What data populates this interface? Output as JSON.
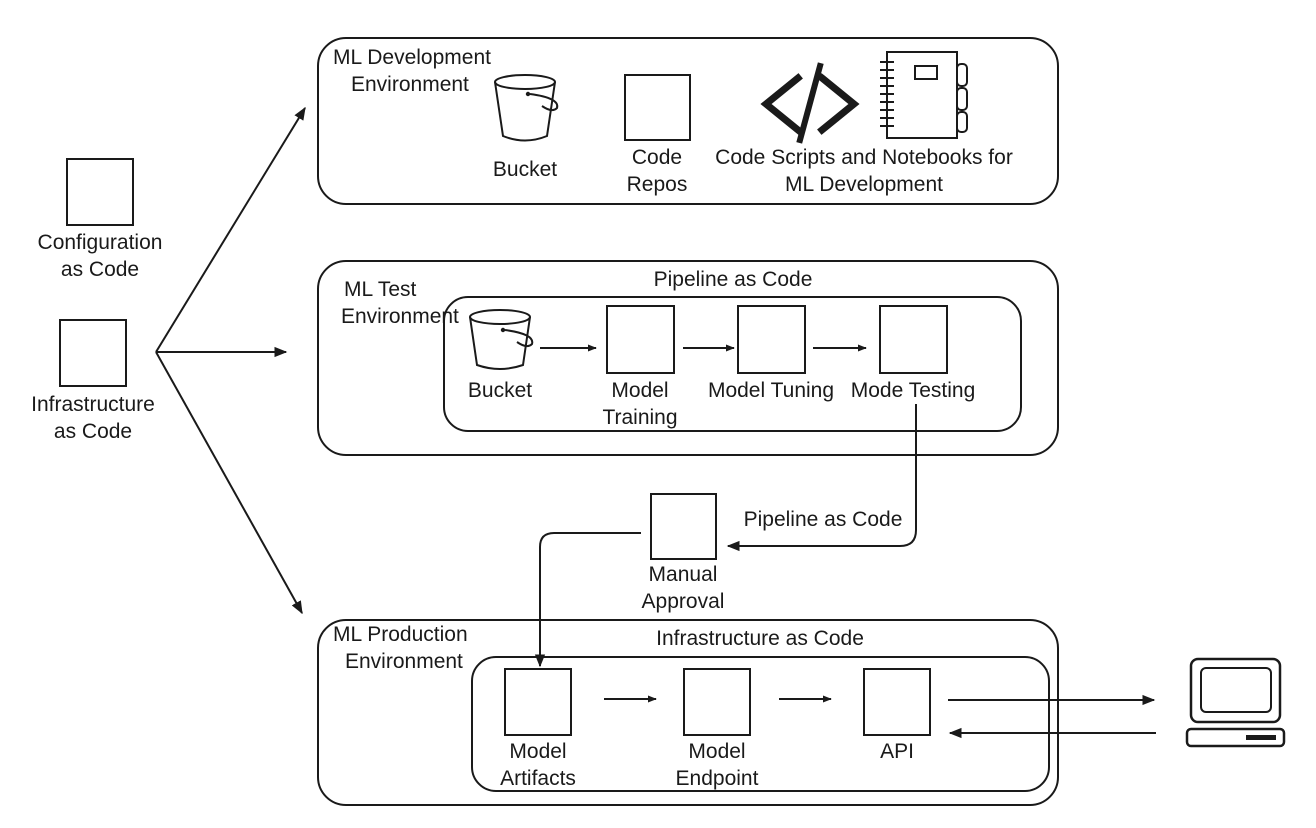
{
  "left": {
    "config_label": [
      "Configuration",
      "as Code"
    ],
    "infra_label": [
      "Infrastructure",
      "as Code"
    ]
  },
  "dev_env": {
    "title": [
      "ML Development",
      "Environment"
    ],
    "bucket_label": "Bucket",
    "repos_label": [
      "Code",
      "Repos"
    ],
    "scripts_label": [
      "Code Scripts and Notebooks for",
      "ML Development"
    ]
  },
  "test_env": {
    "title": [
      "ML Test",
      "Environment"
    ],
    "pipeline_label": "Pipeline as Code",
    "bucket_label": "Bucket",
    "training_label": [
      "Model",
      "Training"
    ],
    "tuning_label": "Model Tuning",
    "testing_label": "Mode Testing"
  },
  "approval": {
    "pipeline_label": "Pipeline as Code",
    "approval_label": [
      "Manual",
      "Approval"
    ]
  },
  "prod_env": {
    "title": [
      "ML Production",
      "Environment"
    ],
    "infra_label": "Infrastructure as Code",
    "artifacts_label": [
      "Model",
      "Artifacts"
    ],
    "endpoint_label": [
      "Model",
      "Endpoint"
    ],
    "api_label": "API"
  },
  "icons": [
    "bucket-icon",
    "code-icon",
    "notebook-icon",
    "computer-icon"
  ],
  "colors": {
    "stroke": "#1a1a1a",
    "background": "#ffffff"
  }
}
